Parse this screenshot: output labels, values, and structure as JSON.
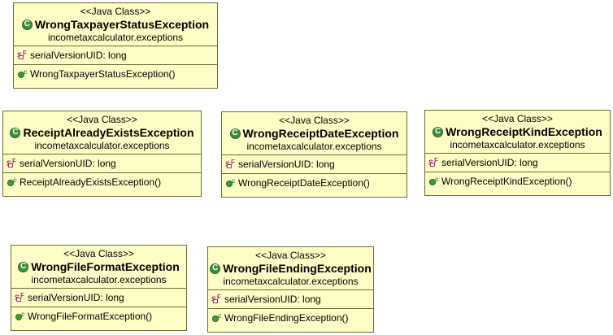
{
  "classes": [
    {
      "stereotype": "<<Java Class>>",
      "name": "WrongTaxpayerStatusException",
      "package": "incometaxcalculator.exceptions",
      "field": "serialVersionUID: long",
      "constructor": "WrongTaxpayerStatusException()"
    },
    {
      "stereotype": "<<Java Class>>",
      "name": "ReceiptAlreadyExistsException",
      "package": "incometaxcalculator.exceptions",
      "field": "serialVersionUID: long",
      "constructor": "ReceiptAlreadyExistsException()"
    },
    {
      "stereotype": "<<Java Class>>",
      "name": "WrongReceiptDateException",
      "package": "incometaxcalculator.exceptions",
      "field": "serialVersionUID: long",
      "constructor": "WrongReceiptDateException()"
    },
    {
      "stereotype": "<<Java Class>>",
      "name": "WrongReceiptKindException",
      "package": "incometaxcalculator.exceptions",
      "field": "serialVersionUID: long",
      "constructor": "WrongReceiptKindException()"
    },
    {
      "stereotype": "<<Java Class>>",
      "name": "WrongFileFormatException",
      "package": "incometaxcalculator.exceptions",
      "field": "serialVersionUID: long",
      "constructor": "WrongFileFormatException()"
    },
    {
      "stereotype": "<<Java Class>>",
      "name": "WrongFileEndingException",
      "package": "incometaxcalculator.exceptions",
      "field": "serialVersionUID: long",
      "constructor": "WrongFileEndingException()"
    }
  ],
  "icons": {
    "class_badge": "C",
    "field_static": "S",
    "field_final": "F",
    "ctor_marker": "c"
  }
}
